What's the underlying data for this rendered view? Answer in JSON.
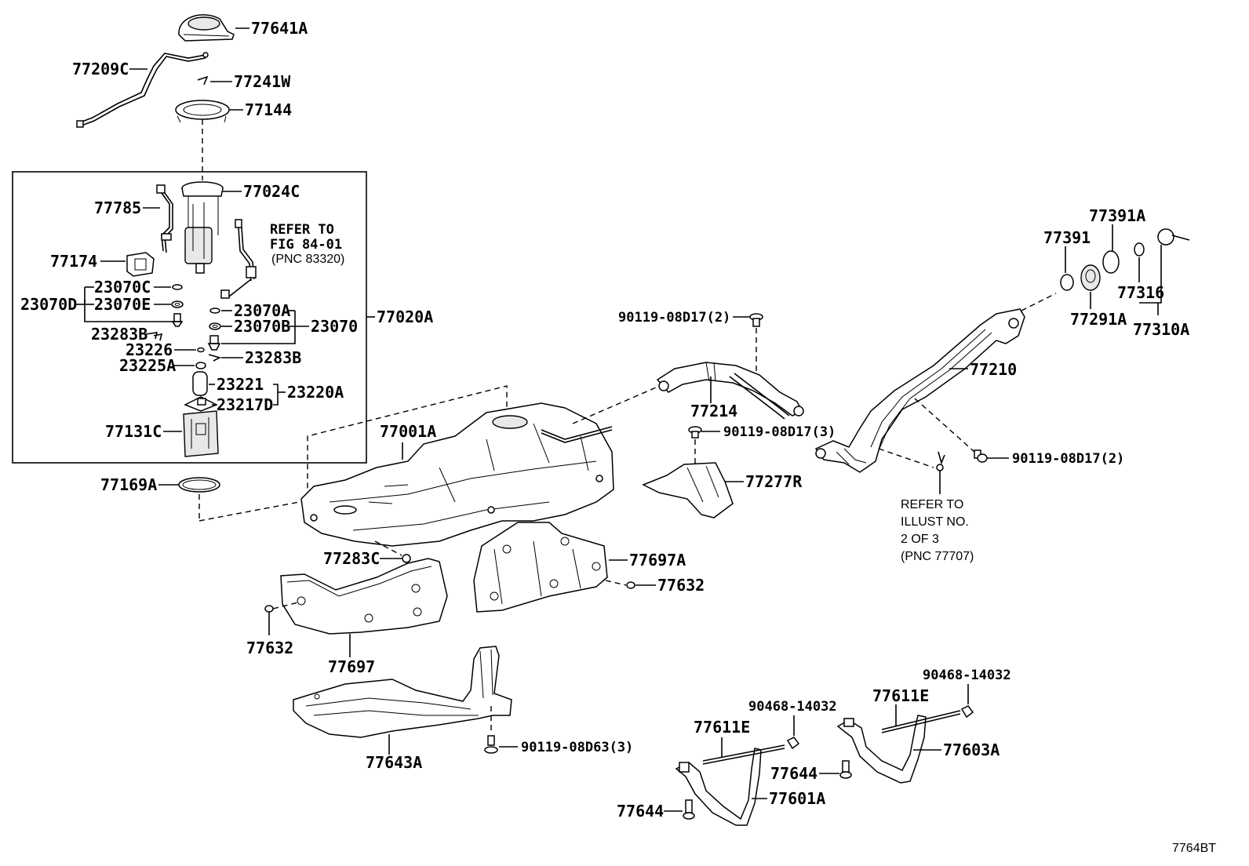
{
  "diagram": {
    "parts": {
      "p77641A": "77641A",
      "p77209C": "77209C",
      "p77241W": "77241W",
      "p77144": "77144",
      "p77024C": "77024C",
      "p77785": "77785",
      "p77174": "77174",
      "p23070C": "23070C",
      "p23070D": "23070D",
      "p23070E": "23070E",
      "p23070A": "23070A",
      "p23070B": "23070B",
      "p23070": "23070",
      "p77020A": "77020A",
      "p23283B_left": "23283B",
      "p23283B_right": "23283B",
      "p23226": "23226",
      "p23225A": "23225A",
      "p23221": "23221",
      "p23217D": "23217D",
      "p23220A": "23220A",
      "p77131C": "77131C",
      "p77169A": "77169A",
      "p77001A": "77001A",
      "p77283C": "77283C",
      "p77697A": "77697A",
      "p77632_right": "77632",
      "p77632_left": "77632",
      "p77697": "77697",
      "p77643A": "77643A",
      "p90119_08D63": "90119-08D63(3)",
      "p90119_08D17_top": "90119-08D17(2)",
      "p77214": "77214",
      "p90119_08D17_mid": "90119-08D17(3)",
      "p77277R": "77277R",
      "p77391": "77391",
      "p77391A": "77391A",
      "p77316": "77316",
      "p77291A": "77291A",
      "p77310A": "77310A",
      "p77210": "77210",
      "p90119_08D17_right": "90119-08D17(2)",
      "p90468_14032_left": "90468-14032",
      "p90468_14032_right": "90468-14032",
      "p77611E_left": "77611E",
      "p77611E_right": "77611E",
      "p77603A": "77603A",
      "p77644_mid": "77644",
      "p77644_left": "77644",
      "p77601A": "77601A"
    },
    "refer_fig": {
      "line1": "REFER TO",
      "line2": "FIG 84-01",
      "line3": "(PNC 83320)"
    },
    "refer_illust": {
      "line1": "REFER TO",
      "line2": "ILLUST NO.",
      "line3": "2 OF 3",
      "line4": "(PNC 77707)"
    },
    "figure_code": "7764BT"
  }
}
